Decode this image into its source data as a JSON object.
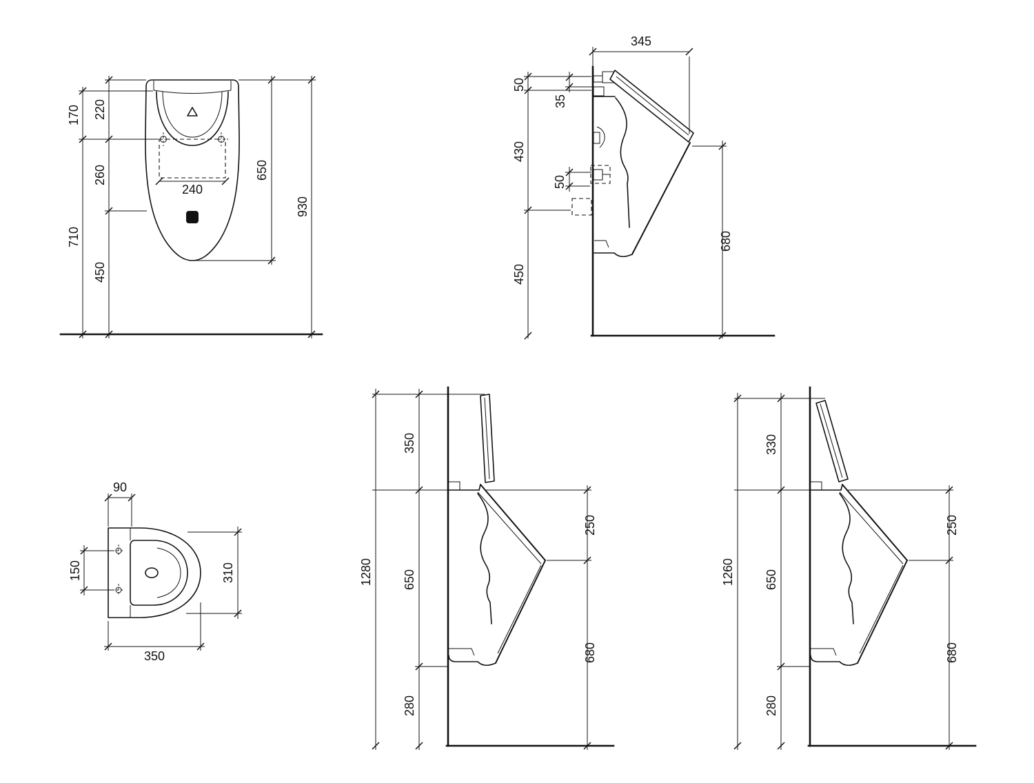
{
  "colors": {
    "line": "#111111",
    "background": "#ffffff"
  },
  "views": {
    "front": {
      "d170": "170",
      "d220": "220",
      "d260": "260",
      "d710": "710",
      "d450": "450",
      "d240": "240",
      "d650": "650",
      "d930": "930"
    },
    "side": {
      "d345": "345",
      "d50_top": "50",
      "d35": "35",
      "d430": "430",
      "d50_mid": "50",
      "d450": "450",
      "d680": "680"
    },
    "plan": {
      "d90": "90",
      "d150": "150",
      "d310": "310",
      "d350": "350"
    },
    "side_open_a": {
      "d350": "350",
      "d1280": "1280",
      "d650": "650",
      "d280": "280",
      "d250": "250",
      "d680": "680"
    },
    "side_open_b": {
      "d330": "330",
      "d1260": "1260",
      "d650": "650",
      "d280": "280",
      "d250": "250",
      "d680": "680"
    }
  }
}
